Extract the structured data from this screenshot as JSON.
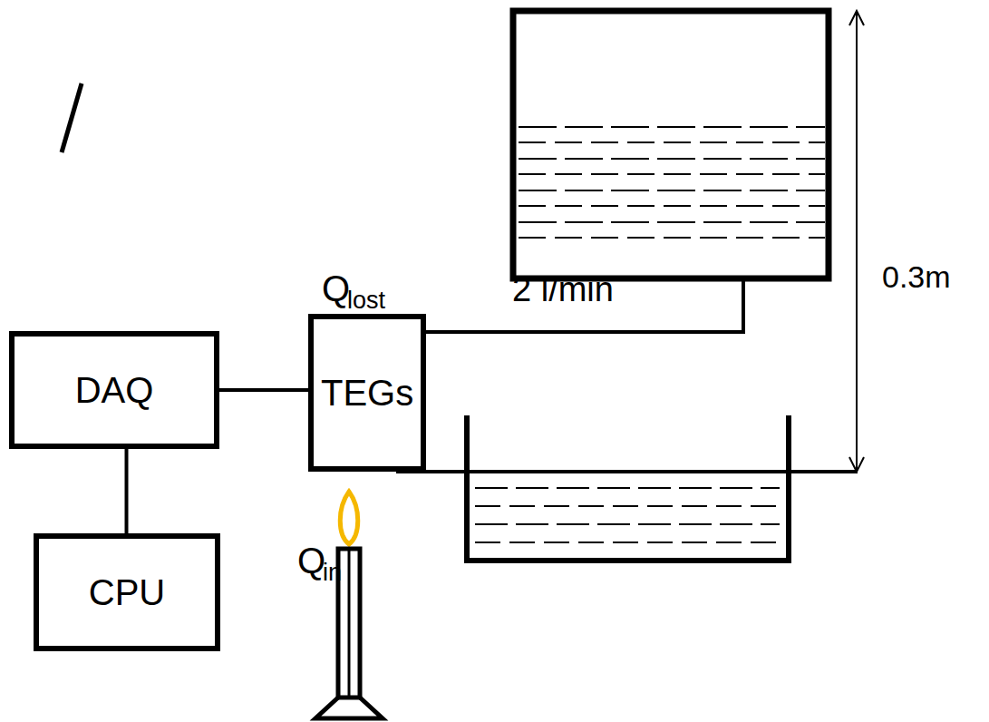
{
  "diagram": {
    "nodes": [
      {
        "text": [
          "DAQ"
        ]
      },
      {
        "text": [
          "TEGs"
        ]
      },
      {
        "text": [
          "CPU"
        ]
      }
    ],
    "edges": [
      {
        "from": 0,
        "to": 1,
        "arrow": "none"
      },
      {
        "from": 0,
        "to": 2,
        "arrow": "none"
      }
    ],
    "labels": [
      "Q",
      "lost",
      "2 l/min",
      "Q",
      "in",
      "0.3m"
    ]
  }
}
